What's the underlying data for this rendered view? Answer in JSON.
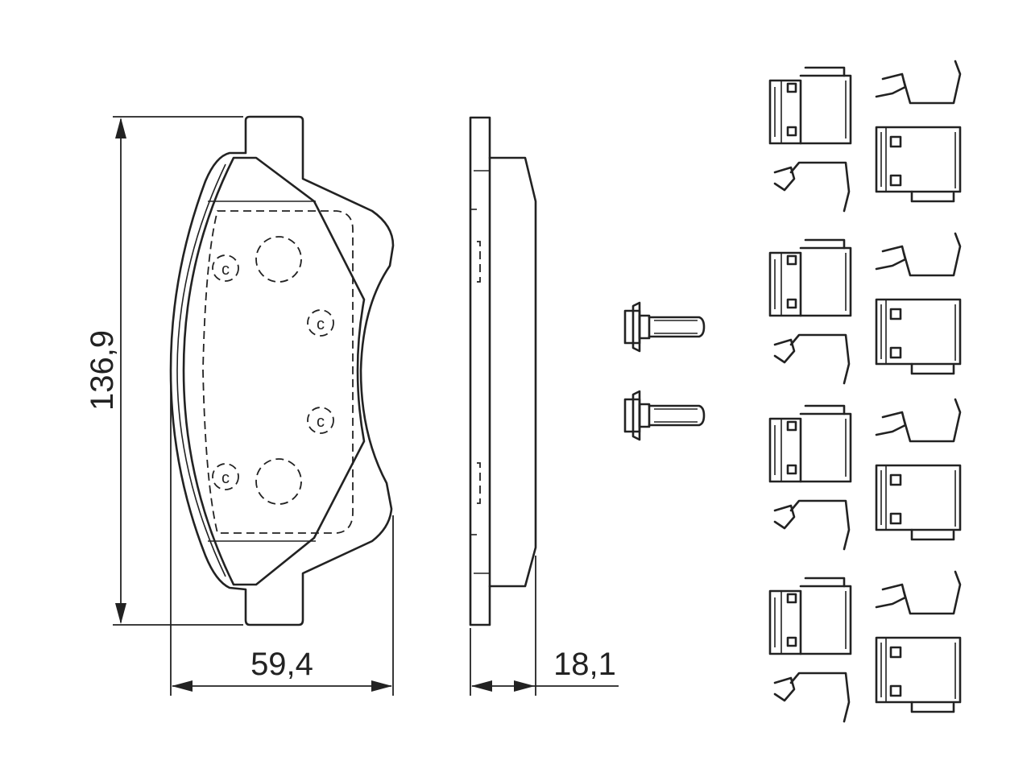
{
  "dimensions": {
    "height_label": "136,9",
    "width_label": "59,4",
    "thickness_label": "18,1"
  },
  "colors": {
    "line": "#222222",
    "background": "#ffffff"
  },
  "parts": {
    "bolt_count": 2,
    "clip_set_count": 4,
    "wear_indicator_glyph": "c"
  }
}
